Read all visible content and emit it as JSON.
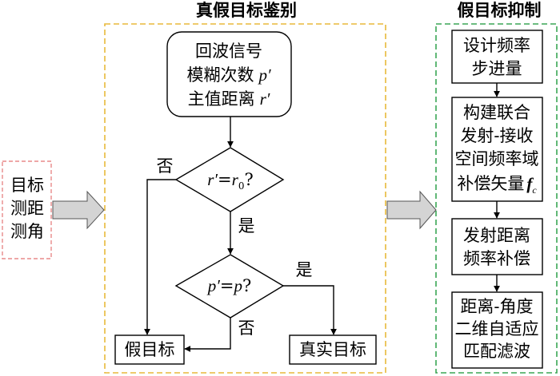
{
  "section_titles": {
    "discrimination": "真假目标鉴别",
    "suppression": "假目标抑制"
  },
  "input_box": {
    "lines": [
      "目标",
      "测距",
      "测角"
    ]
  },
  "start_box": {
    "line1": "回波信号",
    "line2_text": "模糊次数",
    "line2_var": "p′",
    "line3_text": "主值距离",
    "line3_var": "r′"
  },
  "decision1": {
    "var": "r′",
    "eq": "=",
    "rhs": "r",
    "rhs_sub": "0",
    "q": "?",
    "no_label": "否",
    "yes_label": "是"
  },
  "decision2": {
    "var": "p′",
    "eq": "=",
    "rhs": "p",
    "q": "?",
    "no_label": "否",
    "yes_label": "是"
  },
  "result_boxes": {
    "false_target": "假目标",
    "true_target": "真实目标"
  },
  "suppression_steps": {
    "step1": [
      "设计频率",
      "步进量"
    ],
    "step2": [
      "构建联合",
      "发射-接收",
      "空间频率域"
    ],
    "step2_last_text": "补偿矢量",
    "step2_last_var": "f",
    "step2_last_sub": "c",
    "step3": [
      "发射距离",
      "频率补偿"
    ],
    "step4": [
      "距离-角度",
      "二维自适应",
      "匹配滤波"
    ]
  },
  "colors": {
    "discrimination_border": "#e8b93a",
    "suppression_border": "#3aa655",
    "input_border": "#e88a8a",
    "arrow_fill": "#d4d4d4",
    "line": "#000000"
  }
}
